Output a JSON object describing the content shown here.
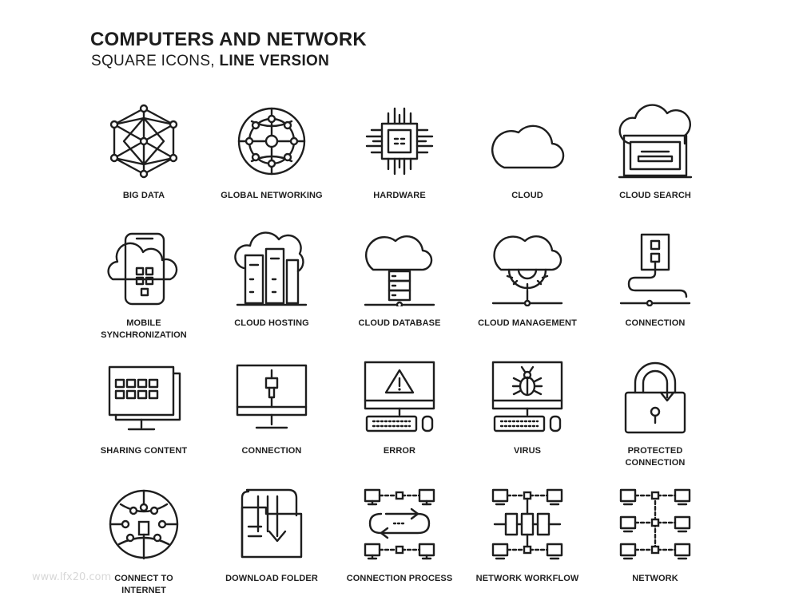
{
  "header": {
    "title": "COMPUTERS AND NETWORK",
    "subtitle_plain": "SQUARE ICONS, ",
    "subtitle_bold": "LINE VERSION"
  },
  "icons": [
    {
      "label": "BIG DATA",
      "icon": "big-data-icon"
    },
    {
      "label": "GLOBAL NETWORKING",
      "icon": "global-networking-icon"
    },
    {
      "label": "HARDWARE",
      "icon": "hardware-chip-icon"
    },
    {
      "label": "CLOUD",
      "icon": "cloud-icon"
    },
    {
      "label": "CLOUD SEARCH",
      "icon": "cloud-search-icon"
    },
    {
      "label": "MOBILE SYNCHRONIZATION",
      "icon": "mobile-sync-icon"
    },
    {
      "label": "CLOUD HOSTING",
      "icon": "cloud-hosting-icon"
    },
    {
      "label": "CLOUD DATABASE",
      "icon": "cloud-database-icon"
    },
    {
      "label": "CLOUD MANAGEMENT",
      "icon": "cloud-management-icon"
    },
    {
      "label": "CONNECTION",
      "icon": "connection-plug-icon"
    },
    {
      "label": "SHARING CONTENT",
      "icon": "sharing-content-icon"
    },
    {
      "label": "CONNECTION",
      "icon": "monitor-connection-icon"
    },
    {
      "label": "ERROR",
      "icon": "error-warning-icon"
    },
    {
      "label": "VIRUS",
      "icon": "virus-bug-icon"
    },
    {
      "label": "PROTECTED CONNECTION",
      "icon": "padlock-icon"
    },
    {
      "label": "CONNECT TO INTERNET",
      "icon": "connect-internet-icon"
    },
    {
      "label": "DOWNLOAD FOLDER",
      "icon": "download-folder-icon"
    },
    {
      "label": "CONNECTION PROCESS",
      "icon": "connection-process-icon"
    },
    {
      "label": "NETWORK WORKFLOW",
      "icon": "network-workflow-icon"
    },
    {
      "label": "NETWORK",
      "icon": "network-icon"
    }
  ],
  "watermark": "www.lfx20.com"
}
